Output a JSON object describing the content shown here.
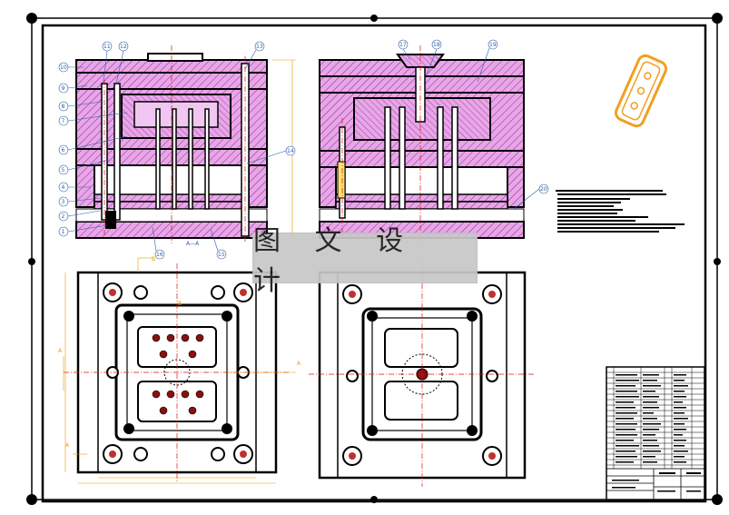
{
  "watermark": {
    "text": "图 文 设 计"
  },
  "section_label": "A—A",
  "section_marks": {
    "a": "A",
    "b": "B"
  },
  "callouts_left": [
    "1",
    "2",
    "3",
    "4",
    "5",
    "6",
    "7",
    "8",
    "9",
    "10",
    "11",
    "12",
    "13",
    "14",
    "15",
    "16"
  ],
  "callouts_right": [
    "17",
    "18",
    "19",
    "20"
  ],
  "colors": {
    "plate_fill": "#e8a6e8",
    "hatch": "#8a2a8a",
    "outline": "#000000",
    "center_line": "#e01010",
    "callout": "#2a5fa8",
    "dim_line": "#e89a00"
  },
  "icons": [
    "part-isometric-icon"
  ]
}
